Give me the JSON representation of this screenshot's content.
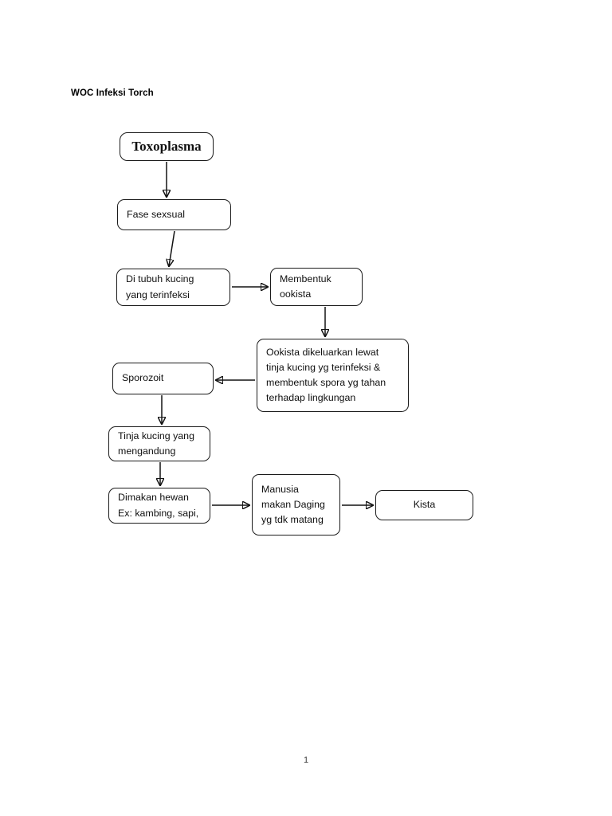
{
  "document": {
    "title": "WOC Infeksi Torch",
    "page_number": "1"
  },
  "diagram": {
    "type": "flowchart",
    "nodes": [
      {
        "id": "toxoplasma",
        "label": "Toxoplasma",
        "lines": [
          "Toxoplasma"
        ],
        "style": "serif-bold",
        "align": "center"
      },
      {
        "id": "fase-sexsual",
        "label": "Fase sexsual",
        "lines": [
          "Fase sexsual"
        ],
        "style": "plain",
        "align": "left"
      },
      {
        "id": "di-tubuh-kucing",
        "label": "Di tubuh kucing yang terinfeksi",
        "lines": [
          "Di tubuh kucing",
          "yang terinfeksi"
        ],
        "style": "plain",
        "align": "left"
      },
      {
        "id": "membentuk-ookista",
        "label": "Membentuk ookista",
        "lines": [
          "Membentuk",
          "ookista"
        ],
        "style": "plain",
        "align": "left"
      },
      {
        "id": "ookista-dikeluarkan",
        "label": "Ookista dikeluarkan lewat tinja kucing yg terinfeksi & membentuk spora yg tahan terhadap lingkungan",
        "lines": [
          "Ookista dikeluarkan lewat",
          "tinja kucing yg terinfeksi &",
          "membentuk spora yg tahan",
          "terhadap lingkungan"
        ],
        "style": "plain",
        "align": "left"
      },
      {
        "id": "sporozoit",
        "label": "Sporozoit",
        "lines": [
          "Sporozoit"
        ],
        "style": "plain",
        "align": "left"
      },
      {
        "id": "tinja-kucing",
        "label": "Tinja kucing yang mengandung",
        "lines": [
          "Tinja kucing yang",
          "mengandung"
        ],
        "style": "plain",
        "align": "left"
      },
      {
        "id": "dimakan-hewan",
        "label": "Dimakan hewan Ex: kambing, sapi,",
        "lines": [
          "Dimakan hewan",
          "Ex: kambing, sapi,"
        ],
        "style": "plain",
        "align": "left"
      },
      {
        "id": "manusia-daging",
        "label": "Manusia makan Daging yg tdk matang",
        "lines": [
          "Manusia",
          "makan Daging",
          "yg tdk matang"
        ],
        "style": "plain",
        "align": "left"
      },
      {
        "id": "kista",
        "label": "Kista",
        "lines": [
          "Kista"
        ],
        "style": "plain",
        "align": "center"
      }
    ],
    "edges": [
      {
        "from": "toxoplasma",
        "to": "fase-sexsual",
        "direction": "down"
      },
      {
        "from": "fase-sexsual",
        "to": "di-tubuh-kucing",
        "direction": "down"
      },
      {
        "from": "di-tubuh-kucing",
        "to": "membentuk-ookista",
        "direction": "right"
      },
      {
        "from": "membentuk-ookista",
        "to": "ookista-dikeluarkan",
        "direction": "down"
      },
      {
        "from": "ookista-dikeluarkan",
        "to": "sporozoit",
        "direction": "left"
      },
      {
        "from": "sporozoit",
        "to": "tinja-kucing",
        "direction": "down"
      },
      {
        "from": "tinja-kucing",
        "to": "dimakan-hewan",
        "direction": "down"
      },
      {
        "from": "dimakan-hewan",
        "to": "manusia-daging",
        "direction": "right"
      },
      {
        "from": "manusia-daging",
        "to": "kista",
        "direction": "right"
      }
    ]
  },
  "colors": {
    "page_background": "#ffffff",
    "stroke": "#121212",
    "text": "#101010"
  }
}
